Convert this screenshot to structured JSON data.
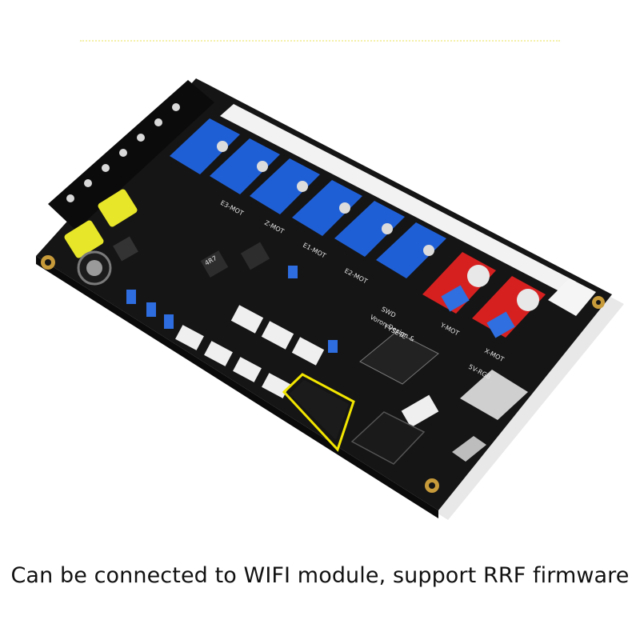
{
  "caption": "Can be connected to WIFI module, support RRF firmware",
  "board": {
    "labels": [
      "Voron Design &",
      "FYSETC",
      "X-MOT",
      "Y-MOT",
      "Z-MOT",
      "E1-MOT",
      "E2-MOT",
      "E3-MOT",
      "SWD",
      "4R7",
      "5V-RGB"
    ],
    "highlight_color": "#f2e600",
    "pcb_color": "#141414",
    "driver_colors": [
      "#1f5fd6",
      "#d62020"
    ]
  }
}
